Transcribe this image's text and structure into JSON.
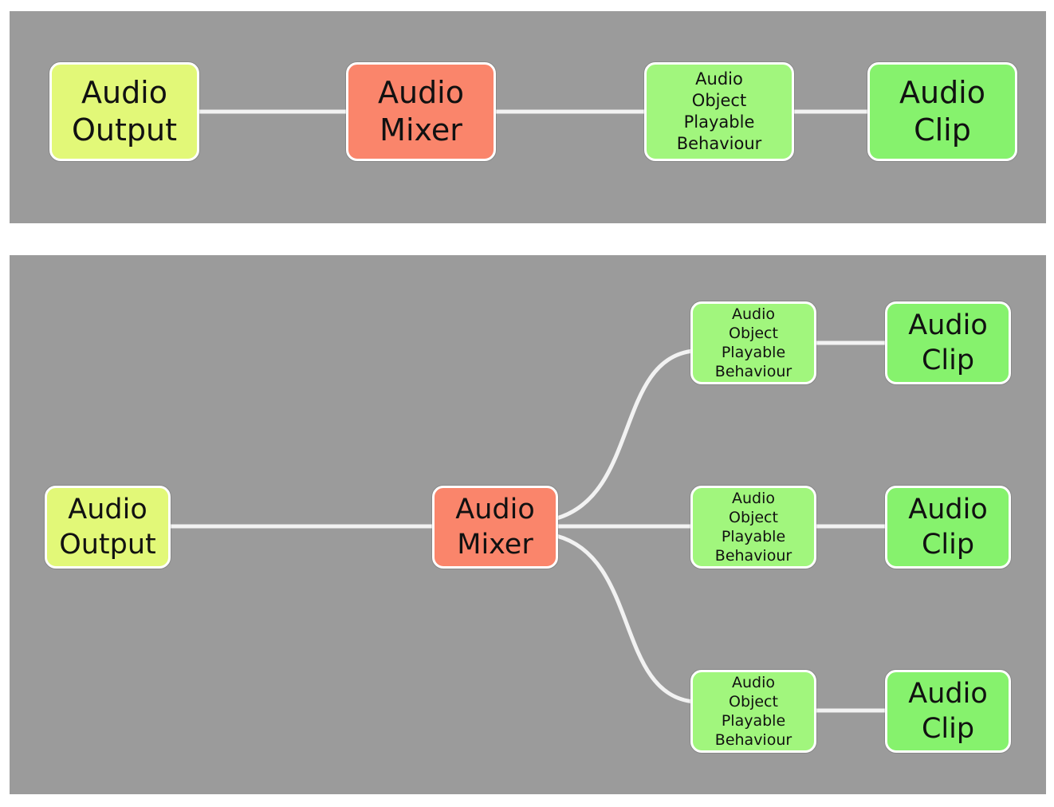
{
  "colors": {
    "background": "#9b9b9b",
    "edge": "#f2f2f2",
    "node_border": "#ffffff",
    "output": "#e2f878",
    "mixer": "#fa856b",
    "playable": "#a1f67d",
    "clip": "#86f26d"
  },
  "top_graph": {
    "audio_output": "Audio\nOutput",
    "audio_mixer": "Audio\nMixer",
    "playable": "Audio\nObject\nPlayable\nBehaviour",
    "clip": "Audio\nClip"
  },
  "bottom_graph": {
    "audio_output": "Audio\nOutput",
    "audio_mixer": "Audio\nMixer",
    "playables": [
      "Audio\nObject\nPlayable\nBehaviour",
      "Audio\nObject\nPlayable\nBehaviour",
      "Audio\nObject\nPlayable\nBehaviour"
    ],
    "clips": [
      "Audio\nClip",
      "Audio\nClip",
      "Audio\nClip"
    ]
  }
}
